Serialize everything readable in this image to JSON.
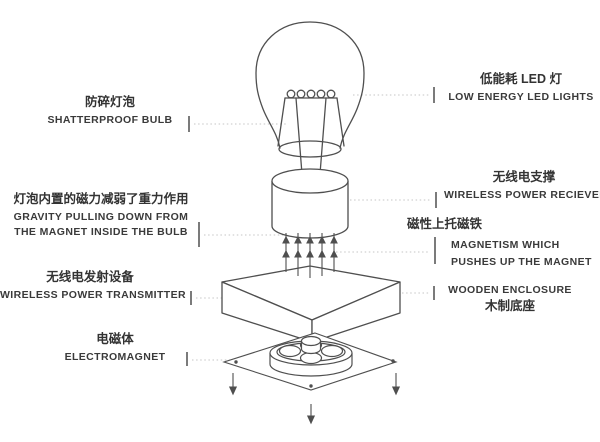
{
  "colors": {
    "background": "#ffffff",
    "line": "#4f4f4f",
    "text": "#333333",
    "connector": "#c6c6c6"
  },
  "labels": {
    "left": [
      {
        "zh": "防碎灯泡",
        "en": "SHATTERPROOF BULB"
      },
      {
        "zh": "灯泡内置的磁力减弱了重力作用",
        "en1": "GRAVITY PULLING DOWN FROM",
        "en2": "THE MAGNET INSIDE THE BULB"
      },
      {
        "zh": "无线电发射设备",
        "en": "WIRELESS POWER TRANSMITTER"
      },
      {
        "zh": "电磁体",
        "en": "ELECTROMAGNET"
      }
    ],
    "right": [
      {
        "zh": "低能耗 LED 灯",
        "en": "LOW ENERGY LED LIGHTS"
      },
      {
        "zh": "无线电支撑",
        "en": "WIRELESS POWER RECIEVER"
      },
      {
        "zh": "磁性上托磁铁",
        "en1": "MAGNETISM WHICH",
        "en2": "PUSHES UP THE MAGNET"
      },
      {
        "en": "WOODEN ENCLOSURE",
        "zh": "木制底座"
      }
    ]
  }
}
